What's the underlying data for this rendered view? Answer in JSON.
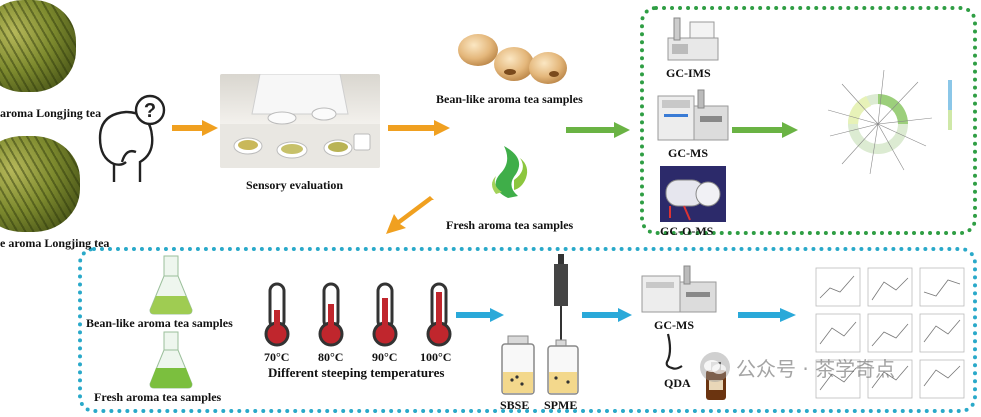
{
  "top": {
    "tea1_label": "aroma Longjing tea",
    "tea2_label": "e aroma Longjing tea",
    "sensory_label": "Sensory evaluation",
    "bean_samples_label": "Bean-like aroma tea samples",
    "fresh_samples_label": "Fresh aroma tea samples",
    "question_mark": "?"
  },
  "instruments": {
    "gcims": "GC-IMS",
    "gcms": "GC-MS",
    "gcoms": "GC-O-MS"
  },
  "bottom": {
    "flask1_label": "Bean-like aroma tea samples",
    "flask2_label": "Fresh aroma tea samples",
    "temperatures": [
      "70°C",
      "80°C",
      "90°C",
      "100°C"
    ],
    "temps_caption": "Different steeping temperatures",
    "sbse": "SBSE",
    "spme": "SPME",
    "gcms": "GC-MS",
    "qda": "QDA"
  },
  "watermark": {
    "text": "公众号 · 茶学奇点"
  },
  "colors": {
    "orange_arrow": "#f0a020",
    "green_arrow": "#6ab344",
    "blue_arrow": "#2aa9d9",
    "green_box": "#2f9e44",
    "blue_box": "#2aa9c9",
    "thermometer_red": "#c0262d"
  }
}
